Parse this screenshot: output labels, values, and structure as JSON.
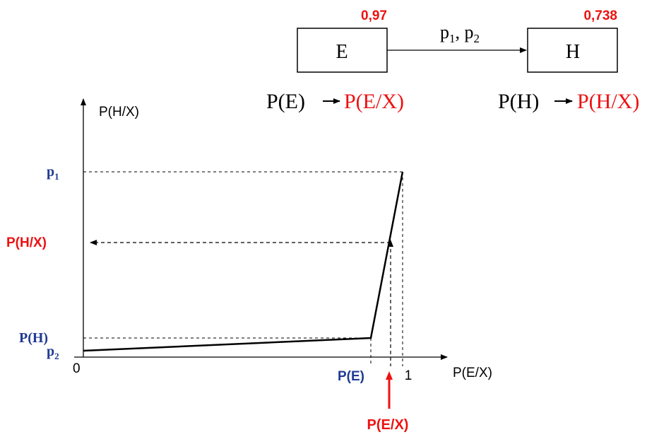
{
  "top_diagram": {
    "node_e": {
      "label": "E",
      "value": "0,97"
    },
    "node_h": {
      "label": "H",
      "value": "0,738"
    },
    "edge_label": {
      "p": "p",
      "sub1": "1",
      "sep": ", ",
      "p2": "p",
      "sub2": "2"
    }
  },
  "formulas": {
    "left": {
      "prior": "P(E)",
      "posterior": "P(E/X)"
    },
    "right": {
      "prior": "P(H)",
      "posterior": "P(H/X)"
    }
  },
  "graph": {
    "y_axis_label": "P(H/X)",
    "x_axis_label": "P(E/X)",
    "y_ticks": {
      "p1": {
        "p": "p",
        "sub": "1"
      },
      "p_h_x": "P(H/X)",
      "p_h": "P(H)",
      "p2": {
        "p": "p",
        "sub": "2"
      }
    },
    "x_ticks": {
      "origin": "0",
      "p_e": "P(E)",
      "one": "1"
    },
    "marker_label": "P(E/X)"
  },
  "colors": {
    "black": "#000000",
    "red": "#ee1111",
    "blue": "#1f3a93"
  }
}
